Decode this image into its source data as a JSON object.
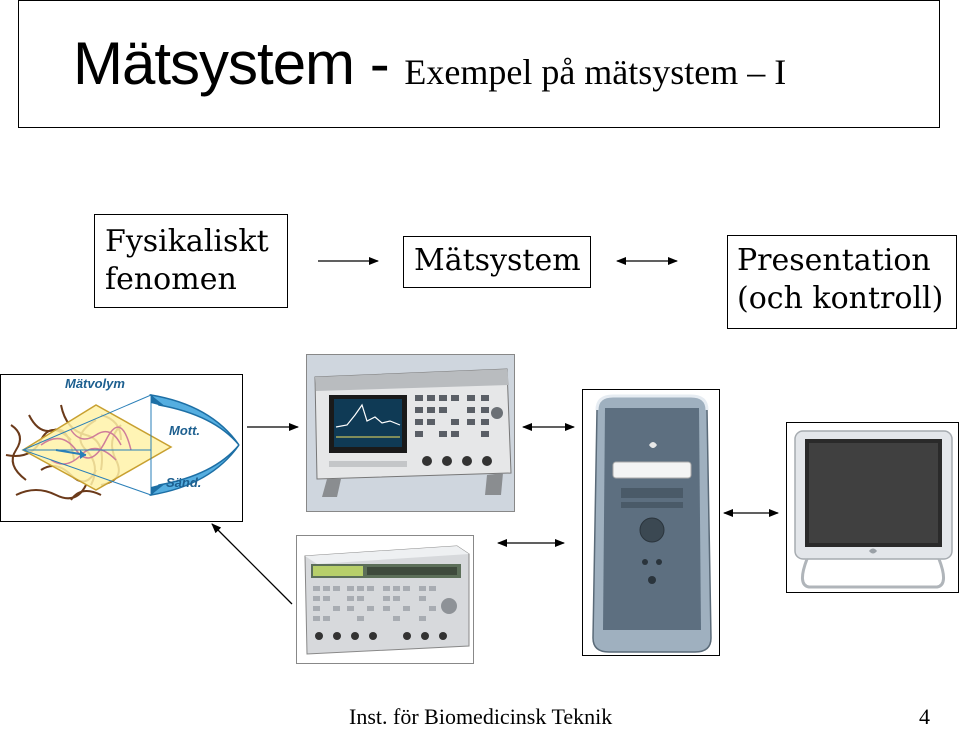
{
  "slide": {
    "title_main": "Mätsystem -",
    "title_sub": "Exempel på mätsystem – I",
    "footer_text": "Inst. för Biomedicinsk Teknik",
    "page_number": "4"
  },
  "diagram": {
    "box_phenomenon_line1": "Fysikaliskt",
    "box_phenomenon_line2": "fenomen",
    "box_system": "Mätsystem",
    "box_presentation_line1": "Presentation",
    "box_presentation_line2": "(och kontroll)"
  },
  "images": {
    "ultrasound": {
      "label_volume": "Mätvolym",
      "label_receive": "Mott.",
      "label_send": "Sänd."
    },
    "oscilloscope": {
      "icon": "oscilloscope-icon"
    },
    "function_generator": {
      "icon": "function-generator-icon"
    },
    "computer": {
      "icon": "computer-tower-icon"
    },
    "monitor": {
      "icon": "monitor-icon"
    }
  }
}
